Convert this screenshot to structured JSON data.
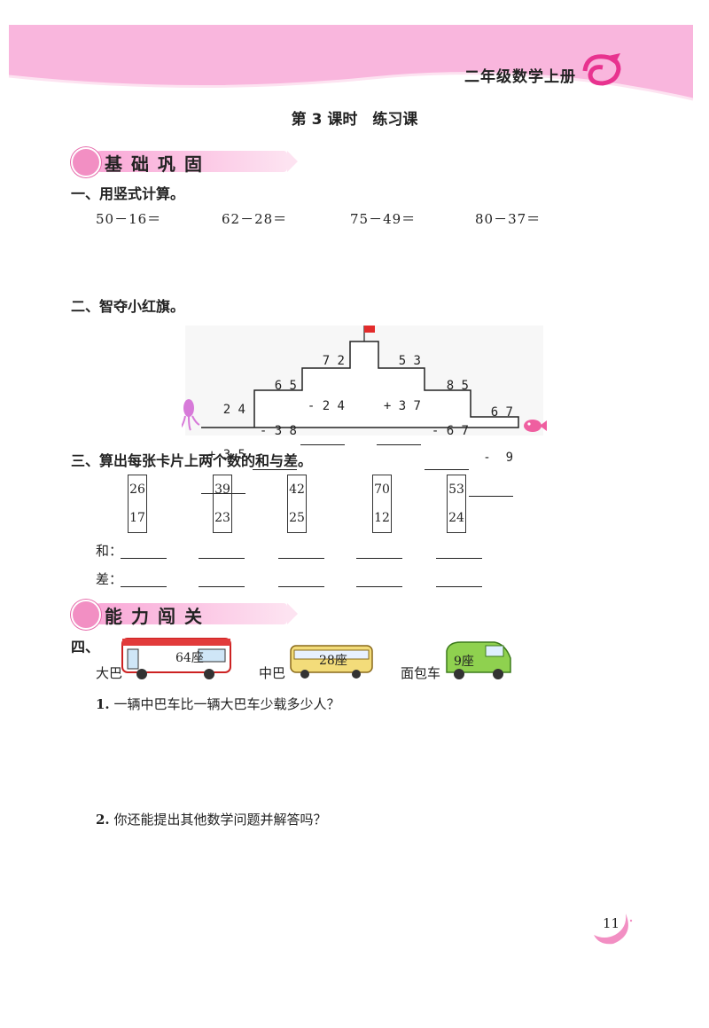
{
  "header": {
    "book_title": "二年级数学上册"
  },
  "lesson_title": "第 3 课时　练习课",
  "section1": {
    "banner": "基础巩固"
  },
  "q1": {
    "label": "一、用竖式计算。",
    "problems": [
      "50－16＝",
      "62－28＝",
      "75－49＝",
      "80－37＝"
    ]
  },
  "q2": {
    "label": "二、智夺小红旗。",
    "steps": [
      {
        "top": "2 4",
        "op": "+",
        "bottom": "3 5"
      },
      {
        "top": "6 5",
        "op": "-",
        "bottom": "3 8"
      },
      {
        "top": "7 2",
        "op": "-",
        "bottom": "2 4"
      },
      {
        "top": "5 3",
        "op": "+",
        "bottom": "3 7"
      },
      {
        "top": "8 5",
        "op": "-",
        "bottom": "6 7"
      },
      {
        "top": "6 7",
        "op": "-",
        "bottom": "9"
      }
    ]
  },
  "q3": {
    "label": "三、算出每张卡片上两个数的和与差。",
    "cards": [
      {
        "top": "26",
        "bottom": "17"
      },
      {
        "top": "39",
        "bottom": "23"
      },
      {
        "top": "42",
        "bottom": "25"
      },
      {
        "top": "70",
        "bottom": "12"
      },
      {
        "top": "53",
        "bottom": "24"
      }
    ],
    "sum_label": "和：",
    "diff_label": "差："
  },
  "section2": {
    "banner": "能力闯关"
  },
  "q4": {
    "label": "四、",
    "vehicles": [
      {
        "name": "大巴",
        "seats": "64座"
      },
      {
        "name": "中巴",
        "seats": "28座"
      },
      {
        "name": "面包车",
        "seats": "9座"
      }
    ],
    "sub1_num": "1.",
    "sub1": "一辆中巴车比一辆大巴车少载多少人？",
    "sub2_num": "2.",
    "sub2": "你还能提出其他数学问题并解答吗？"
  },
  "page_number": "11",
  "colors": {
    "header_pink": "#f9b6dd",
    "banner_pink": "#f9a6d6",
    "bus_red": "#e23b3b",
    "bus_yellow": "#f3dc7a",
    "van_green": "#8fd14f"
  }
}
